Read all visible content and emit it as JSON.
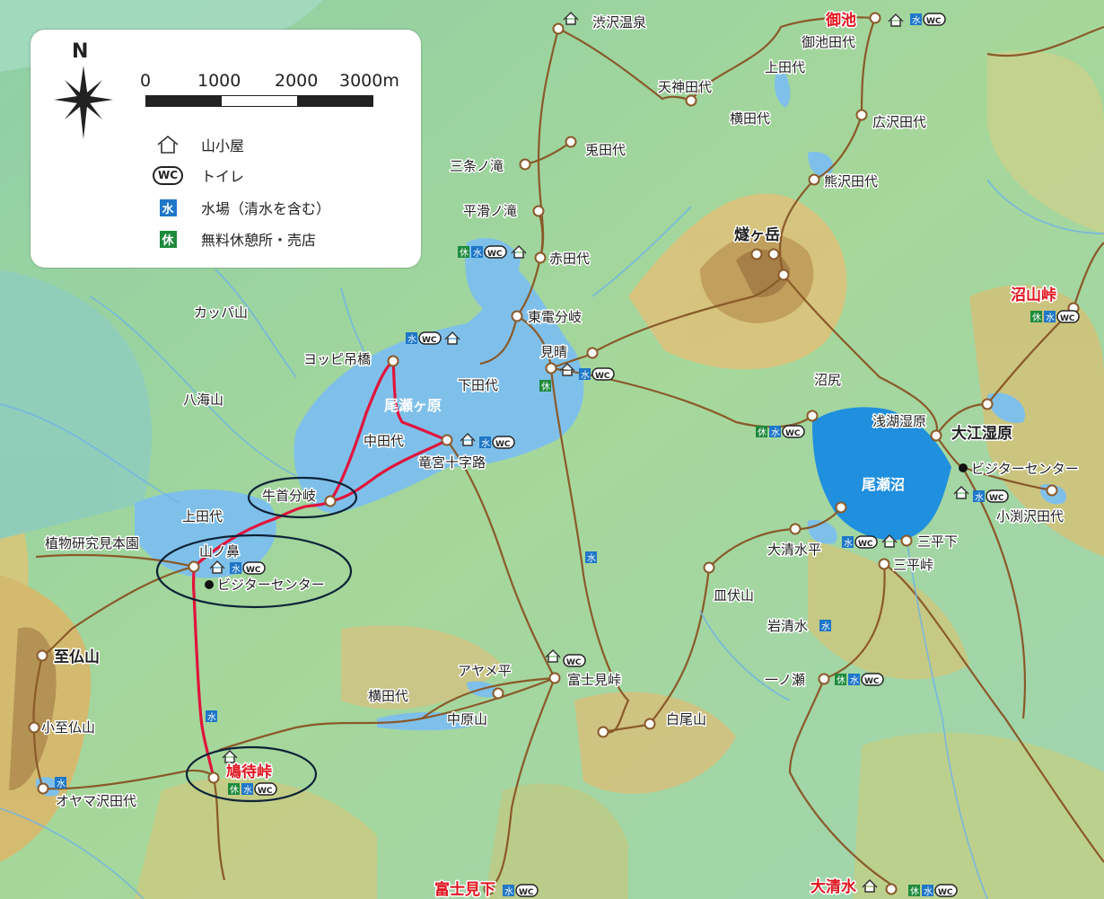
{
  "legend": {
    "north": "N",
    "scale_labels": [
      "0",
      "1000",
      "2000",
      "3000m"
    ],
    "items": [
      {
        "icon": "hut-icon",
        "label": "山小屋"
      },
      {
        "icon": "wc-icon",
        "symbol": "WC",
        "label": "トイレ"
      },
      {
        "icon": "water-icon",
        "symbol": "水",
        "color": "#1f77c8",
        "label": "水場（清水を含む）"
      },
      {
        "icon": "rest-icon",
        "symbol": "休",
        "color": "#1e8a3c",
        "label": "無料休憩所・売店"
      }
    ]
  },
  "colors": {
    "wetland": "#7fc0ea",
    "pond": "#1f8fde",
    "route": "#e0143c",
    "trail": "#8a5a2a",
    "water_badge": "#1f77c8",
    "rest_badge": "#1e8a3c",
    "highlight_red": "#e0141e"
  },
  "map_labels": {
    "shibusawa_onsen": "渋沢温泉",
    "miike": "御池",
    "miike_tashiro": "御池田代",
    "ueta_shiro_n": "上田代",
    "tenjin_tashiro": "天神田代",
    "yoko_tashiro_n": "横田代",
    "hirosawa_tashiro": "広沢田代",
    "usagi_tashiro": "兎田代",
    "sanjo_taki": "三条ノ滝",
    "kumazawa_tashiro": "熊沢田代",
    "hiraname_taki": "平滑ノ滝",
    "hiuchigatake": "燧ヶ岳",
    "aka_tashiro": "赤田代",
    "numayama_toge": "沼山峠",
    "kappa_yama": "カッパ山",
    "toden_bunki": "東電分岐",
    "yoppi_tsuribashi": "ヨッピ吊橋",
    "miharashi": "見晴",
    "hakkai_san": "八海山",
    "shimo_tashiro": "下田代",
    "ozegahara": "尾瀬ヶ原",
    "numajiri": "沼尻",
    "asako_shitsugen": "浅湖湿原",
    "ooe_shitsugen": "大江湿原",
    "naka_tashiro": "中田代",
    "ryugu_jujiro": "竜宮十字路",
    "visitor_center_e": "ビジターセンター",
    "ozenuma": "尾瀬沼",
    "ushikubi_bunki": "牛首分岐",
    "ueta_shiro_w": "上田代",
    "kobuchizawa_tashiro": "小渕沢田代",
    "shokubutsu": "植物研究見本園",
    "yamanohana": "山ノ鼻",
    "visitor_center_w": "ビジターセンター",
    "oshimizu_daira": "大清水平",
    "sanpei_shita": "三平下",
    "sanpei_toge": "三平峠",
    "sarabuse_yama": "皿伏山",
    "iwashimizu": "岩清水",
    "shibutsu_san": "至仏山",
    "ayame_daira": "アヤメ平",
    "fujimi_toge": "富士見峠",
    "ichinose": "一ノ瀬",
    "yoko_tashiro_s": "横田代",
    "nakahara_yama": "中原山",
    "shirao_yama": "白尾山",
    "ko_shibutsu": "小至仏山",
    "hatomachi_toge": "鳩待峠",
    "oyamasawa_tashiro": "オヤマ沢田代",
    "fujimi_shita": "富士見下",
    "oshimizu": "大清水"
  },
  "badges": {
    "water": "水",
    "rest": "休",
    "wc": "WC"
  }
}
